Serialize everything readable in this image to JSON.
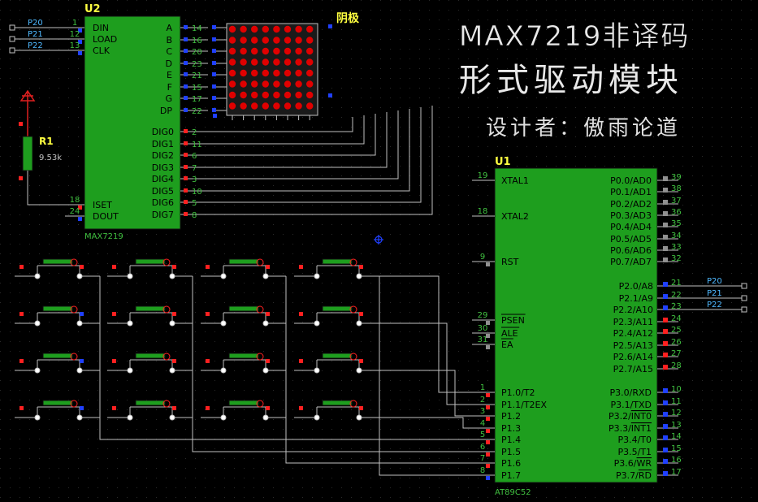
{
  "title": {
    "line1": "MAX7219非译码",
    "line2": "形式驱动模块",
    "designer": "设计者：傲雨论道"
  },
  "u2": {
    "ref": "U2",
    "part": "MAX7219",
    "left_pins": [
      {
        "num": "1",
        "name": "DIN",
        "net": "P20"
      },
      {
        "num": "12",
        "name": "LOAD",
        "net": "P21"
      },
      {
        "num": "13",
        "name": "CLK",
        "net": "P22"
      },
      {
        "num": "18",
        "name": "ISET",
        "net": ""
      },
      {
        "num": "24",
        "name": "DOUT",
        "net": ""
      }
    ],
    "seg_pins": [
      {
        "num": "14",
        "name": "A"
      },
      {
        "num": "16",
        "name": "B"
      },
      {
        "num": "20",
        "name": "C"
      },
      {
        "num": "23",
        "name": "D"
      },
      {
        "num": "21",
        "name": "E"
      },
      {
        "num": "15",
        "name": "F"
      },
      {
        "num": "17",
        "name": "G"
      },
      {
        "num": "22",
        "name": "DP"
      }
    ],
    "dig_pins": [
      {
        "num": "2",
        "name": "DIG0"
      },
      {
        "num": "11",
        "name": "DIG1"
      },
      {
        "num": "6",
        "name": "DIG2"
      },
      {
        "num": "7",
        "name": "DIG3"
      },
      {
        "num": "3",
        "name": "DIG4"
      },
      {
        "num": "10",
        "name": "DIG5"
      },
      {
        "num": "5",
        "name": "DIG6"
      },
      {
        "num": "8",
        "name": "DIG7"
      }
    ]
  },
  "matrix": {
    "label": "阴极",
    "rows": 8,
    "cols": 8,
    "led_color": "#e00000"
  },
  "r1": {
    "ref": "R1",
    "value": "9.53k"
  },
  "u1": {
    "ref": "U1",
    "part": "AT89C52",
    "left_pins": [
      {
        "num": "19",
        "name": "XTAL1"
      },
      {
        "num": "18",
        "name": "XTAL2"
      },
      {
        "num": "9",
        "name": "RST"
      },
      {
        "num": "29",
        "name": "PSEN",
        "overline": true
      },
      {
        "num": "30",
        "name": "ALE",
        "overline": true
      },
      {
        "num": "31",
        "name": "EA",
        "overline": true
      }
    ],
    "p1_pins": [
      {
        "num": "1",
        "name": "P1.0/T2"
      },
      {
        "num": "2",
        "name": "P1.1/T2EX"
      },
      {
        "num": "3",
        "name": "P1.2"
      },
      {
        "num": "4",
        "name": "P1.3"
      },
      {
        "num": "5",
        "name": "P1.4"
      },
      {
        "num": "6",
        "name": "P1.5"
      },
      {
        "num": "7",
        "name": "P1.6"
      },
      {
        "num": "8",
        "name": "P1.7"
      }
    ],
    "p0_pins": [
      {
        "num": "39",
        "name": "P0.0/AD0"
      },
      {
        "num": "38",
        "name": "P0.1/AD1"
      },
      {
        "num": "37",
        "name": "P0.2/AD2"
      },
      {
        "num": "36",
        "name": "P0.3/AD3"
      },
      {
        "num": "35",
        "name": "P0.4/AD4"
      },
      {
        "num": "34",
        "name": "P0.5/AD5"
      },
      {
        "num": "33",
        "name": "P0.6/AD6"
      },
      {
        "num": "32",
        "name": "P0.7/AD7"
      }
    ],
    "p2_pins": [
      {
        "num": "21",
        "name": "P2.0/A8",
        "net": "P20"
      },
      {
        "num": "22",
        "name": "P2.1/A9",
        "net": "P21"
      },
      {
        "num": "23",
        "name": "P2.2/A10",
        "net": "P22"
      },
      {
        "num": "24",
        "name": "P2.3/A11",
        "net": ""
      },
      {
        "num": "25",
        "name": "P2.4/A12",
        "net": ""
      },
      {
        "num": "26",
        "name": "P2.5/A13",
        "net": ""
      },
      {
        "num": "27",
        "name": "P2.6/A14",
        "net": ""
      },
      {
        "num": "28",
        "name": "P2.7/A15",
        "net": ""
      }
    ],
    "p3_pins": [
      {
        "num": "10",
        "name": "P3.0/RXD",
        "ol": ""
      },
      {
        "num": "11",
        "name": "P3.1/TXD",
        "ol": ""
      },
      {
        "num": "12",
        "name": "P3.2/",
        "ol": "INT0"
      },
      {
        "num": "13",
        "name": "P3.3/",
        "ol": "INT1"
      },
      {
        "num": "14",
        "name": "P3.4/T0",
        "ol": ""
      },
      {
        "num": "15",
        "name": "P3.5/T1",
        "ol": ""
      },
      {
        "num": "16",
        "name": "P3.6/",
        "ol": "WR"
      },
      {
        "num": "17",
        "name": "P3.7/",
        "ol": "RD"
      }
    ]
  },
  "keypad": {
    "rows": 4,
    "cols": 4
  },
  "colors": {
    "background": "#000000",
    "chip_fill": "#1e9e1e",
    "wire": "#c0c0c0",
    "label_green": "#40c040",
    "net_label": "#4fb8ff",
    "title_white": "#e8e8e8",
    "ref_yellow": "#ffff40",
    "pin_red": "#ff2020",
    "pin_blue": "#2040ff",
    "pin_grey": "#909090"
  }
}
